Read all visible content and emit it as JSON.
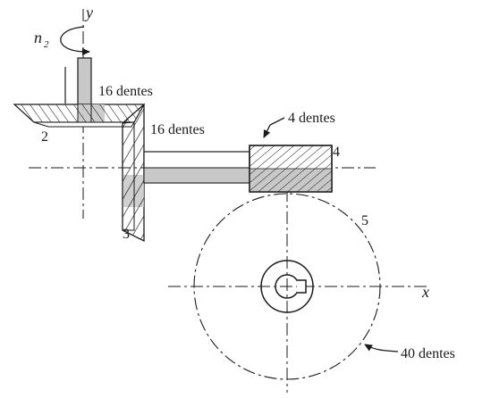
{
  "labels": {
    "n2": "n",
    "n2_sub": "2",
    "y_axis": "y",
    "x_axis": "x",
    "gear2_teeth": "16 dentes",
    "gear3_teeth": "16 dentes",
    "worm4_teeth": "4 dentes",
    "gear5_teeth": "40 dentes",
    "part2": "2",
    "part3": "3",
    "part4": "4",
    "part5": "5"
  },
  "colors": {
    "line": "#1a1a1a",
    "shade": "#c8c8c8"
  }
}
